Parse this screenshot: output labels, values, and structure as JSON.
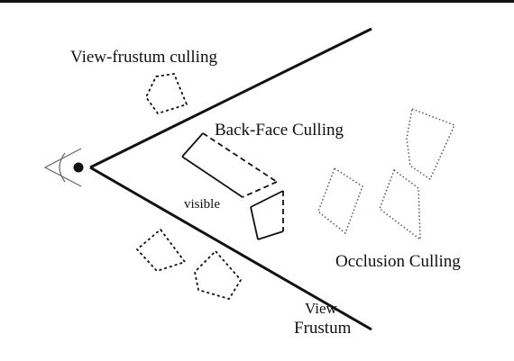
{
  "diagram": {
    "labels": {
      "view_frustum_culling": "View-frustum culling",
      "back_face_culling": "Back-Face Culling",
      "visible": "visible",
      "occlusion_culling": "Occlusion Culling",
      "view": "View",
      "frustum": "Frustum"
    },
    "icons": {
      "eye": "eye-icon"
    },
    "colors": {
      "ink": "#111111",
      "background": "#ffffff"
    }
  }
}
